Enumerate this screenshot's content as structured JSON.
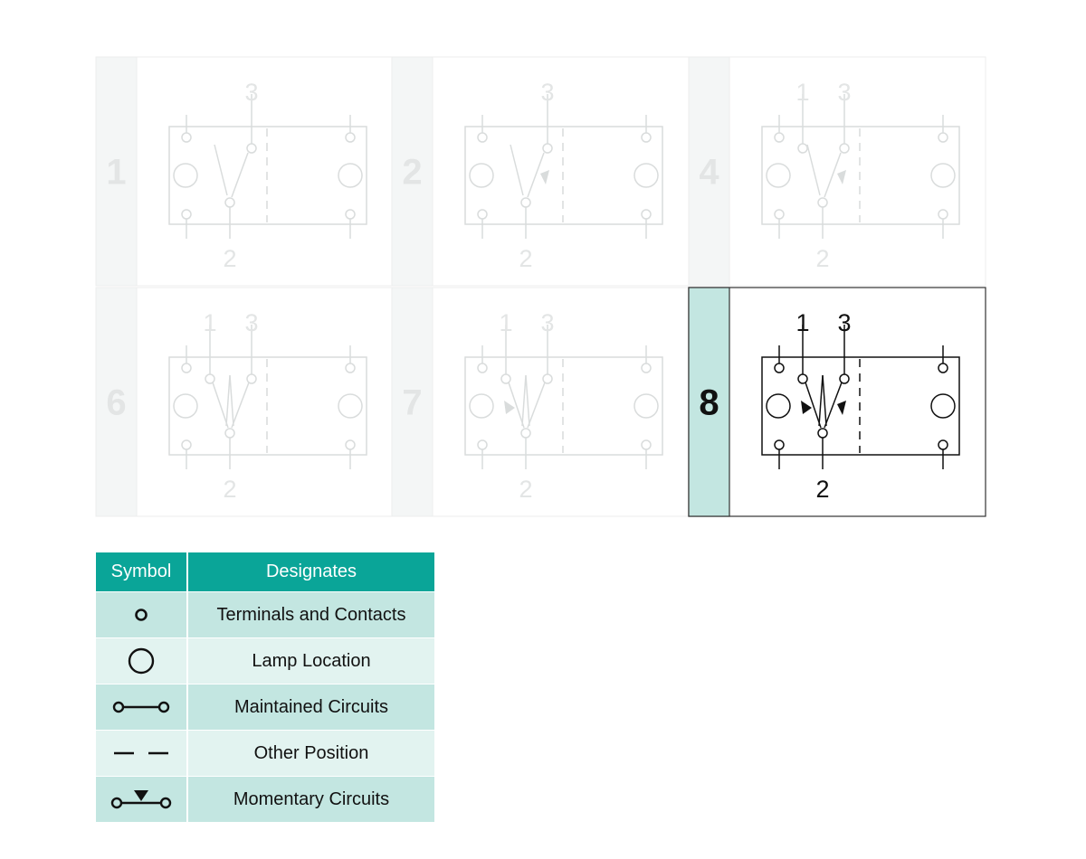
{
  "switches": [
    {
      "id": "1",
      "top_labels": [
        "3"
      ],
      "bottom_label": "2",
      "active": false
    },
    {
      "id": "2",
      "top_labels": [
        "3"
      ],
      "bottom_label": "2",
      "active": false
    },
    {
      "id": "4",
      "top_labels": [
        "1",
        "3"
      ],
      "bottom_label": "2",
      "active": false
    },
    {
      "id": "6",
      "top_labels": [
        "1",
        "3"
      ],
      "bottom_label": "2",
      "active": false
    },
    {
      "id": "7",
      "top_labels": [
        "1",
        "3"
      ],
      "bottom_label": "2",
      "active": false
    },
    {
      "id": "8",
      "top_labels": [
        "1",
        "3"
      ],
      "bottom_label": "2",
      "active": true
    }
  ],
  "legend": {
    "headers": {
      "symbol": "Symbol",
      "designates": "Designates"
    },
    "rows": [
      {
        "icon": "terminal-contact-icon",
        "label": "Terminals and Contacts"
      },
      {
        "icon": "lamp-location-icon",
        "label": "Lamp Location"
      },
      {
        "icon": "maintained-circuit-icon",
        "label": "Maintained Circuits"
      },
      {
        "icon": "other-position-icon",
        "label": "Other Position"
      },
      {
        "icon": "momentary-circuit-icon",
        "label": "Momentary Circuits"
      }
    ]
  },
  "colors": {
    "teal_header": "#0aa598",
    "row_dark": "#c3e6e1",
    "row_light": "#e2f3f0",
    "active_bar": "#c3e6e1",
    "inactive_stroke": "#d9dcdc",
    "inactive_text": "#e3e5e5",
    "active_stroke": "#111111"
  }
}
